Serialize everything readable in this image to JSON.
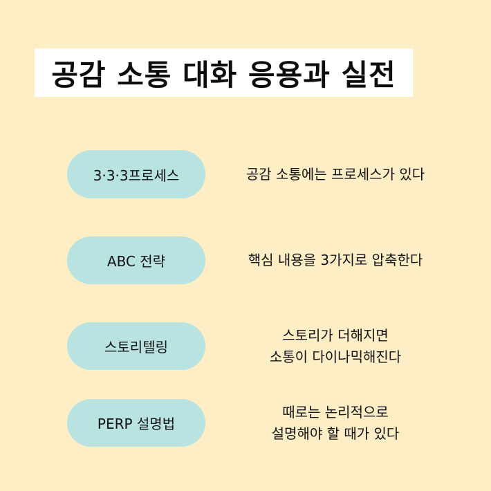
{
  "title": "공감 소통 대화 응용과 실전",
  "colors": {
    "background": "#fdeec6",
    "title_box": "#ffffff",
    "pill": "#b8e3e0",
    "text": "#111111"
  },
  "items": [
    {
      "label": "3·3·3프로세스",
      "desc": [
        "공감 소통에는 프로세스가 있다"
      ]
    },
    {
      "label": "ABC 전략",
      "desc": [
        "핵심 내용을 3가지로 압축한다"
      ]
    },
    {
      "label": "스토리텔링",
      "desc": [
        "스토리가 더해지면",
        "소통이 다이나믹해진다"
      ]
    },
    {
      "label": "PERP 설명법",
      "desc": [
        "때로는 논리적으로",
        "설명해야 할 때가 있다"
      ]
    }
  ]
}
